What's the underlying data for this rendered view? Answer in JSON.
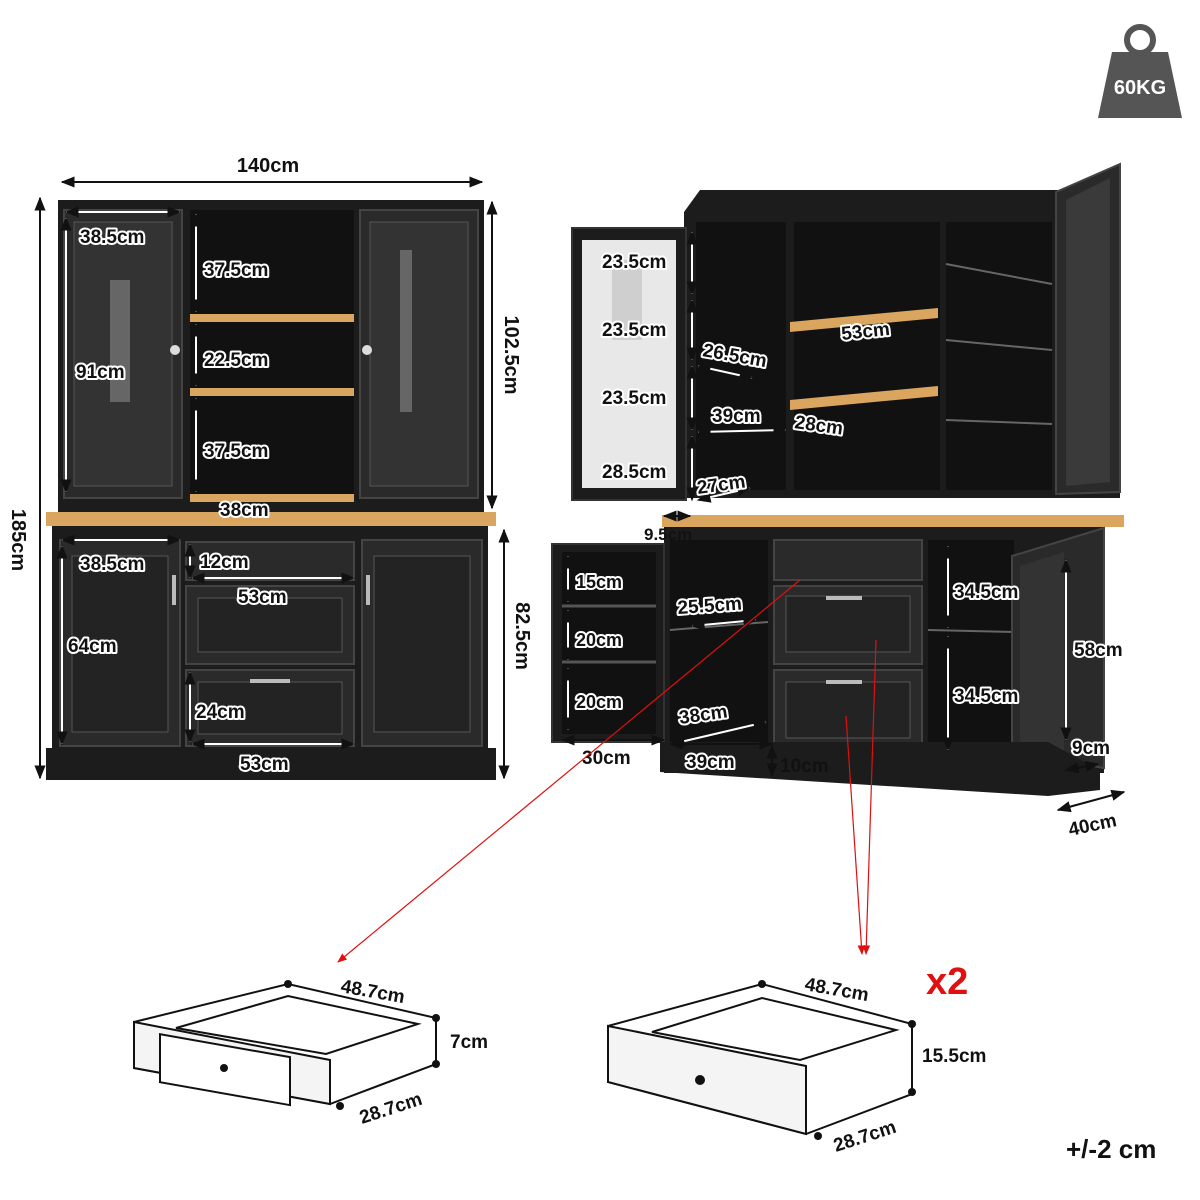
{
  "weight": {
    "label": "60KG"
  },
  "front": {
    "width": "140cm",
    "total_height": "185cm",
    "top_height": "102.5cm",
    "bottom_height": "82.5cm",
    "top_left_width": "38.5cm",
    "top_left_height": "91cm",
    "top_mid_upper": "37.5cm",
    "top_mid_middle": "22.5cm",
    "top_mid_lower": "37.5cm",
    "hutch_depth": "38cm",
    "bottom_left_width": "38.5cm",
    "bottom_left_height": "64cm",
    "drawer_top_height": "12cm",
    "drawer_top_width": "53cm",
    "drawer_lower_height": "24cm",
    "drawer_lower_width": "53cm"
  },
  "side": {
    "door_shelf_1": "23.5cm",
    "door_shelf_2": "23.5cm",
    "door_shelf_3": "23.5cm",
    "door_shelf_4": "28.5cm",
    "inner_depth": "26.5cm",
    "inner_width": "39cm",
    "lower_depth": "27cm",
    "mid_shelf_width": "53cm",
    "mid_shelf_depth": "28cm",
    "counter_overhang": "9.5cm",
    "door_rack_1": "15cm",
    "door_rack_2": "20cm",
    "door_rack_3": "20cm",
    "cab_depth": "25.5cm",
    "cab_floor_depth": "38cm",
    "cab_floor_width": "39cm",
    "door_width": "30cm",
    "base_height": "10cm",
    "right_upper": "34.5cm",
    "right_lower": "34.5cm",
    "right_door_height": "58cm",
    "right_rack_depth": "9cm",
    "depth": "40cm"
  },
  "drawer_small": {
    "width": "48.7cm",
    "height": "7cm",
    "depth": "28.7cm"
  },
  "drawer_large": {
    "width": "48.7cm",
    "height": "15.5cm",
    "depth": "28.7cm",
    "count": "x2"
  },
  "tolerance": "+/-2 cm",
  "colors": {
    "body": "#1c1c1c",
    "wood": "#d9a55f",
    "accent": "#e01010"
  }
}
